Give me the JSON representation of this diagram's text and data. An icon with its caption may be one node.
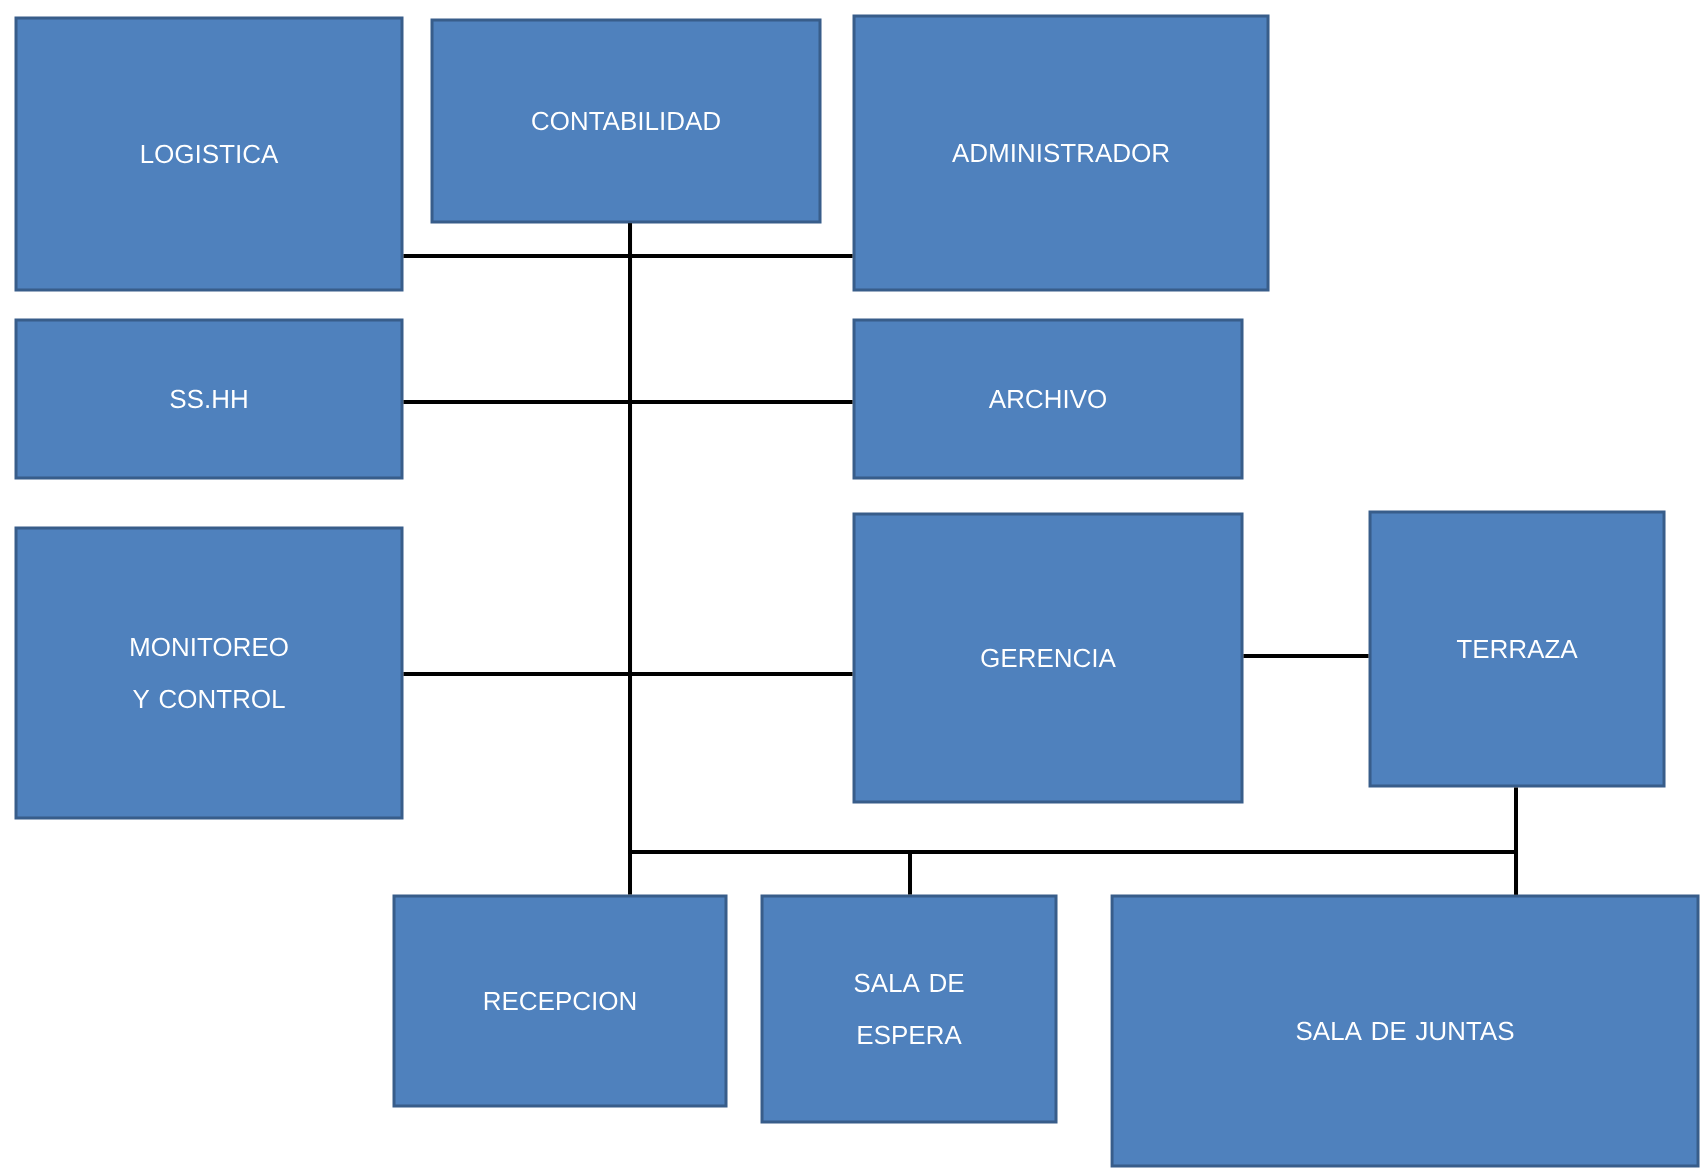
{
  "diagram": {
    "nodes": [
      {
        "text": [
          "LOGISTICA"
        ]
      },
      {
        "text": [
          "CONTABILIDAD"
        ]
      },
      {
        "text": [
          "ADMINISTRADOR"
        ]
      },
      {
        "text": [
          "SS.HH"
        ]
      },
      {
        "text": [
          "ARCHIVO"
        ]
      },
      {
        "text": [
          "MONITOREO Y CONTROL"
        ]
      },
      {
        "text": [
          "GERENCIA"
        ]
      },
      {
        "text": [
          "TERRAZA"
        ]
      },
      {
        "text": [
          "RECEPCION"
        ]
      },
      {
        "text": [
          "SALA DE ESPERA"
        ]
      },
      {
        "text": [
          "SALA DE JUNTAS"
        ]
      }
    ],
    "edges": [
      {
        "from": 1,
        "to": 8,
        "arrow": "none"
      },
      {
        "from": 0,
        "to": 2,
        "arrow": "none"
      },
      {
        "from": 3,
        "to": 4,
        "arrow": "none"
      },
      {
        "from": 5,
        "to": 6,
        "arrow": "none"
      },
      {
        "from": 6,
        "to": 7,
        "arrow": "none"
      },
      {
        "from": 7,
        "to": 10,
        "arrow": "none"
      },
      {
        "from": 1,
        "to": 9,
        "arrow": "none"
      },
      {
        "from": 1,
        "to": 10,
        "arrow": "none"
      }
    ]
  }
}
